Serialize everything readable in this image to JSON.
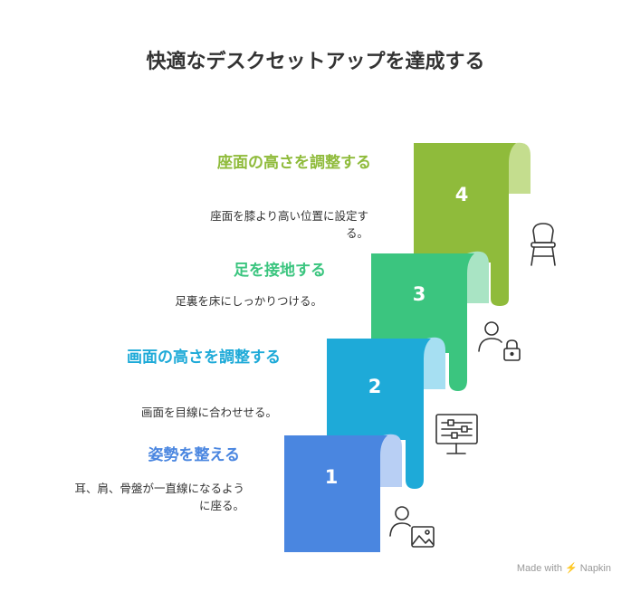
{
  "title": "快適なデスクセットアップを達成する",
  "steps": [
    {
      "number": "1",
      "heading": "姿勢を整える",
      "description": "耳、肩、骨盤が一直線になるように座る。",
      "color": "#4a86e0",
      "icon": "user-image-icon"
    },
    {
      "number": "2",
      "heading": "画面の高さを調整する",
      "description": "画面を目線に合わせせる。",
      "color": "#1eaad8",
      "icon": "monitor-sliders-icon"
    },
    {
      "number": "3",
      "heading": "足を接地する",
      "description": "足裏を床にしっかりつける。",
      "color": "#3bc57f",
      "icon": "user-lock-icon"
    },
    {
      "number": "4",
      "heading": "座面の高さを調整する",
      "description": "座面を膝より高い位置に設定する。",
      "color": "#8fbb3b",
      "icon": "chair-icon"
    }
  ],
  "branding": "Made with ⚡ Napkin"
}
